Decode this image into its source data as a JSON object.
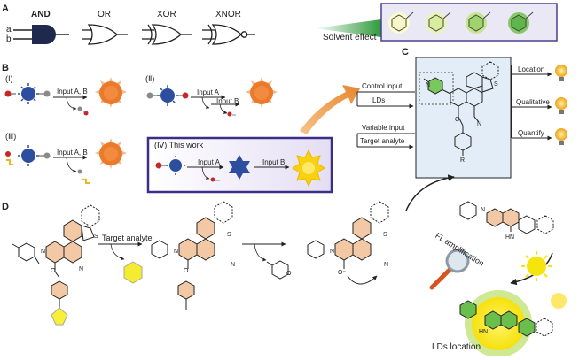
{
  "panels": {
    "a": "A",
    "b": "B",
    "c": "C",
    "d": "D"
  },
  "logic_gates": [
    {
      "name": "AND",
      "inputs": [
        "a",
        "b"
      ]
    },
    {
      "name": "OR"
    },
    {
      "name": "XOR"
    },
    {
      "name": "XNOR"
    }
  ],
  "solvent_effect": "Solvent effect",
  "mechanisms": [
    {
      "id": "(Ⅰ)",
      "steps": [
        "Input A, B"
      ]
    },
    {
      "id": "(Ⅱ)",
      "steps": [
        "Input A",
        "Input B"
      ]
    },
    {
      "id": "(Ⅲ)",
      "steps": [
        "Input A, B"
      ]
    },
    {
      "id": "(Ⅳ) This work",
      "steps": [
        "Input A",
        "Input B"
      ]
    }
  ],
  "panel_c": {
    "left_inputs": [
      {
        "top": "Control input",
        "bottom": "LDs"
      },
      {
        "top": "Variable input",
        "bottom": "Target analyte"
      }
    ],
    "outputs": [
      "Location",
      "Qualitative",
      "Quantify"
    ],
    "atom_labels": {
      "s": "S",
      "n": "N",
      "cn": "N",
      "o": "O",
      "r": "R"
    }
  },
  "panel_d": {
    "step1": "Target analyte",
    "fl_amplification": "FL amplification",
    "lds_location": "LDs location",
    "atom_labels": {
      "n": "N",
      "s": "S",
      "o": "O",
      "o_minus": "O⁻",
      "hn": "HN",
      "cn": "N"
    }
  },
  "colors": {
    "orange": "#e8923e",
    "blue": "#2d4d9e",
    "green": "#4cae3c",
    "yellow": "#f7e10a",
    "purple": "#4a3f8f"
  }
}
